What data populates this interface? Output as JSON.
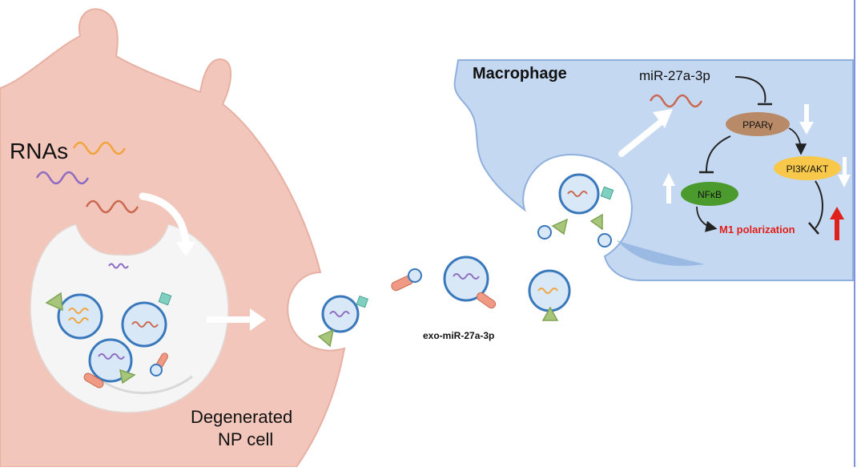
{
  "labels": {
    "rnas": "RNAs",
    "degenerated_line1": "Degenerated",
    "degenerated_line2": "NP cell",
    "macrophage": "Macrophage",
    "mirna": "miR-27a-3p",
    "exo_mirna": "exo-miR-27a-3p",
    "ppar": "PPARγ",
    "pi3k": "PI3K/AKT",
    "nfkb": "NFκB",
    "m1": "M1 polarization"
  },
  "colors": {
    "np_cell": "#f2c6bb",
    "np_cell_edge": "#e7b0a3",
    "macrophage": "#c5d8f1",
    "macrophage_edge": "#8fb0dd",
    "vesicle_fill": "#d9e8f7",
    "vesicle_edge": "#3a78bc",
    "rna_orange": "#f2a33a",
    "rna_purple": "#8e6bc2",
    "rna_red": "#c9674f",
    "ppar_fill": "#b98a67",
    "pi3k_fill": "#f8c84a",
    "nfkb_fill": "#4a9a2e",
    "m1_text": "#e0201b",
    "up_arrow_red": "#e0201b",
    "white_arrow": "#ffffff"
  }
}
